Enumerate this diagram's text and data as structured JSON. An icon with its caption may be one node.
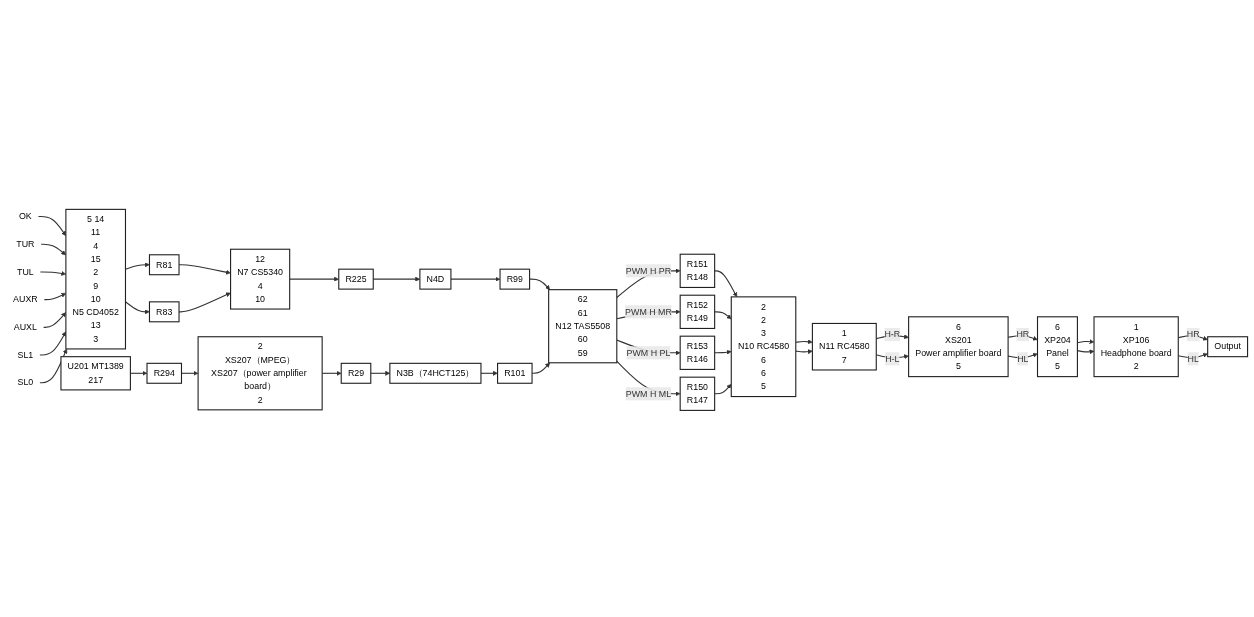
{
  "diagram": {
    "nodes": [
      {
        "text": [
          "OK"
        ]
      },
      {
        "text": [
          "TUR"
        ]
      },
      {
        "text": [
          "TUL"
        ]
      },
      {
        "text": [
          "AUXR"
        ]
      },
      {
        "text": [
          "AUXL"
        ]
      },
      {
        "text": [
          "SL1"
        ]
      },
      {
        "text": [
          "SL0"
        ]
      },
      {
        "text": [
          "5 14",
          "11",
          "4",
          "15",
          "2",
          "9",
          "10",
          "N5 CD4052",
          "13",
          "3"
        ]
      },
      {
        "text": [
          "R81"
        ]
      },
      {
        "text": [
          "R83"
        ]
      },
      {
        "text": [
          "12",
          "N7 CS5340",
          "4",
          "10"
        ]
      },
      {
        "text": [
          "R225"
        ]
      },
      {
        "text": [
          "N4D"
        ]
      },
      {
        "text": [
          "R99"
        ]
      },
      {
        "text": [
          "U201 MT1389",
          "217"
        ]
      },
      {
        "text": [
          "R294"
        ]
      },
      {
        "text": [
          "2",
          "XS207（MPEG）",
          "XS207（power amplifier board）",
          "2"
        ]
      },
      {
        "text": [
          "R29"
        ]
      },
      {
        "text": [
          "N3B（74HCT125）"
        ]
      },
      {
        "text": [
          "R101"
        ]
      },
      {
        "text": [
          "62",
          "61",
          "N12 TAS5508",
          "60",
          "59"
        ]
      },
      {
        "text": [
          "R151",
          "R148"
        ]
      },
      {
        "text": [
          "R152",
          "R149"
        ]
      },
      {
        "text": [
          "R153",
          "R146"
        ]
      },
      {
        "text": [
          "R150",
          "R147"
        ]
      },
      {
        "text": [
          "2",
          "2",
          "3",
          "N10 RC4580",
          "6",
          "6",
          "5"
        ]
      },
      {
        "text": [
          "1",
          "N11 RC4580",
          "7"
        ]
      },
      {
        "text": [
          "6",
          "XS201",
          "Power amplifier board",
          "5"
        ]
      },
      {
        "text": [
          "6",
          "XP204",
          "Panel",
          "5"
        ]
      },
      {
        "text": [
          "1",
          "XP106",
          "Headphone board",
          "2"
        ]
      },
      {
        "text": [
          "Output"
        ]
      }
    ],
    "edges": [
      {
        "from": 0,
        "to": 7,
        "arrow": "to"
      },
      {
        "from": 1,
        "to": 7,
        "arrow": "to"
      },
      {
        "from": 2,
        "to": 7,
        "arrow": "to"
      },
      {
        "from": 3,
        "to": 7,
        "arrow": "to"
      },
      {
        "from": 4,
        "to": 7,
        "arrow": "to"
      },
      {
        "from": 5,
        "to": 7,
        "arrow": "to"
      },
      {
        "from": 6,
        "to": 7,
        "arrow": "to"
      },
      {
        "from": 7,
        "to": 8,
        "arrow": "to"
      },
      {
        "from": 7,
        "to": 9,
        "arrow": "to"
      },
      {
        "from": 8,
        "to": 10,
        "arrow": "to"
      },
      {
        "from": 9,
        "to": 10,
        "arrow": "to"
      },
      {
        "from": 10,
        "to": 11,
        "arrow": "to"
      },
      {
        "from": 11,
        "to": 12,
        "arrow": "to"
      },
      {
        "from": 12,
        "to": 13,
        "arrow": "to"
      },
      {
        "from": 13,
        "to": 20,
        "arrow": "to"
      },
      {
        "from": 14,
        "to": 15,
        "arrow": "to"
      },
      {
        "from": 15,
        "to": 16,
        "arrow": "to"
      },
      {
        "from": 16,
        "to": 17,
        "arrow": "to"
      },
      {
        "from": 17,
        "to": 18,
        "arrow": "to"
      },
      {
        "from": 18,
        "to": 19,
        "arrow": "to"
      },
      {
        "from": 19,
        "to": 20,
        "arrow": "to"
      },
      {
        "from": 20,
        "to": 21,
        "arrow": "to",
        "label": "PWM H PR"
      },
      {
        "from": 20,
        "to": 22,
        "arrow": "to",
        "label": "PWM H MR"
      },
      {
        "from": 20,
        "to": 23,
        "arrow": "to",
        "label": "PWM H PL"
      },
      {
        "from": 20,
        "to": 24,
        "arrow": "to",
        "label": "PWM H ML"
      },
      {
        "from": 21,
        "to": 25,
        "arrow": "to"
      },
      {
        "from": 22,
        "to": 25,
        "arrow": "to"
      },
      {
        "from": 23,
        "to": 25,
        "arrow": "to"
      },
      {
        "from": 24,
        "to": 25,
        "arrow": "to"
      },
      {
        "from": 25,
        "to": 26,
        "arrow": "to"
      },
      {
        "from": 25,
        "to": 26,
        "arrow": "to"
      },
      {
        "from": 26,
        "to": 27,
        "arrow": "to",
        "label": "H-R"
      },
      {
        "from": 26,
        "to": 27,
        "arrow": "to",
        "label": "H-L"
      },
      {
        "from": 27,
        "to": 28,
        "arrow": "to",
        "label": "HR"
      },
      {
        "from": 27,
        "to": 28,
        "arrow": "to",
        "label": "HL"
      },
      {
        "from": 28,
        "to": 29,
        "arrow": "to"
      },
      {
        "from": 28,
        "to": 29,
        "arrow": "to"
      },
      {
        "from": 29,
        "to": 30,
        "arrow": "to",
        "label": "HR"
      },
      {
        "from": 29,
        "to": 30,
        "arrow": "to",
        "label": "HL"
      }
    ]
  }
}
